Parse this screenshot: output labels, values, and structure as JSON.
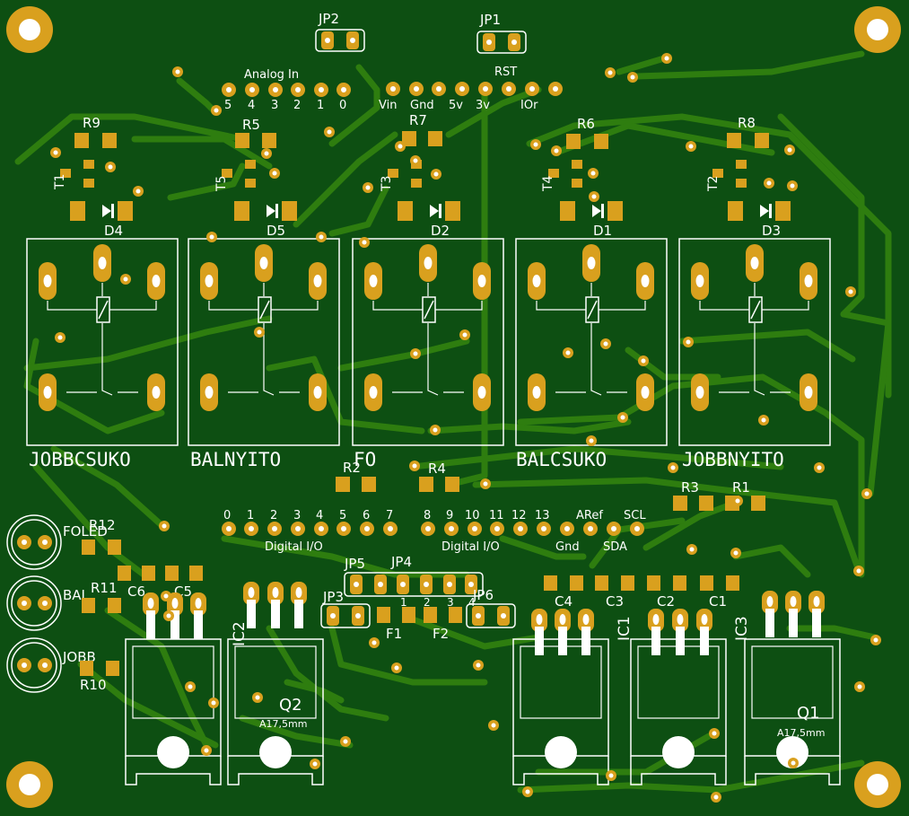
{
  "colors": {
    "board": "#0d4f12",
    "trace": "#2e7d0f",
    "pad": "#d9a01e",
    "silk": "#ffffff",
    "hole": "#ffffff"
  },
  "header_labels": {
    "jp2": "JP2",
    "jp1": "JP1",
    "analog_in": "Analog In",
    "analog_pins": [
      "5",
      "4",
      "3",
      "2",
      "1",
      "0"
    ],
    "rst": "RST",
    "power_pins": [
      "Vin",
      "Gnd",
      "5v",
      "3v",
      "IOr"
    ]
  },
  "resistors": {
    "r9": "R9",
    "r5": "R5",
    "r7": "R7",
    "r6": "R6",
    "r8": "R8",
    "r2": "R2",
    "r4": "R4",
    "r3": "R3",
    "r1": "R1",
    "r12": "R12",
    "r11": "R11",
    "r10": "R10"
  },
  "transistors": {
    "t1": "T1",
    "t5": "T5",
    "t3": "T3",
    "t4": "T4",
    "t2": "T2"
  },
  "diodes": {
    "d4": "D4",
    "d5": "D5",
    "d2": "D2",
    "d1": "D1",
    "d3": "D3"
  },
  "relays": [
    "JOBBCSUKO",
    "BALNYITO",
    "FO",
    "BALCSUKO",
    "JOBBNYITO"
  ],
  "digital_io": {
    "left_pins": [
      "0",
      "1",
      "2",
      "3",
      "4",
      "5",
      "6",
      "7"
    ],
    "right_pins": [
      "8",
      "9",
      "10",
      "11",
      "12",
      "13",
      "ARef",
      "SCL"
    ],
    "left_label": "Digital I/O",
    "right_label": "Digital I/O",
    "gnd": "Gnd",
    "sda": "SDA"
  },
  "jumpers": {
    "jp5": "JP5",
    "jp4": "JP4",
    "jp3": "JP3",
    "jp6": "JP6",
    "jp4_pins": [
      "1",
      "2",
      "3",
      "4"
    ]
  },
  "fuses": {
    "f1": "F1",
    "f2": "F2"
  },
  "capacitors": {
    "c6": "C6",
    "c5": "C5",
    "c4": "C4",
    "c3": "C3",
    "c2": "C2",
    "c1": "C1"
  },
  "ics": {
    "ic2": "IC2",
    "ic1": "IC1",
    "ic3": "IC3"
  },
  "transistor_power": {
    "q2": "Q2",
    "q1": "Q1",
    "heatsink_q2": "A17,5mm",
    "heatsink_q1": "A17,5mm"
  },
  "leds": [
    "FOLED",
    "BAL",
    "JOBB"
  ]
}
